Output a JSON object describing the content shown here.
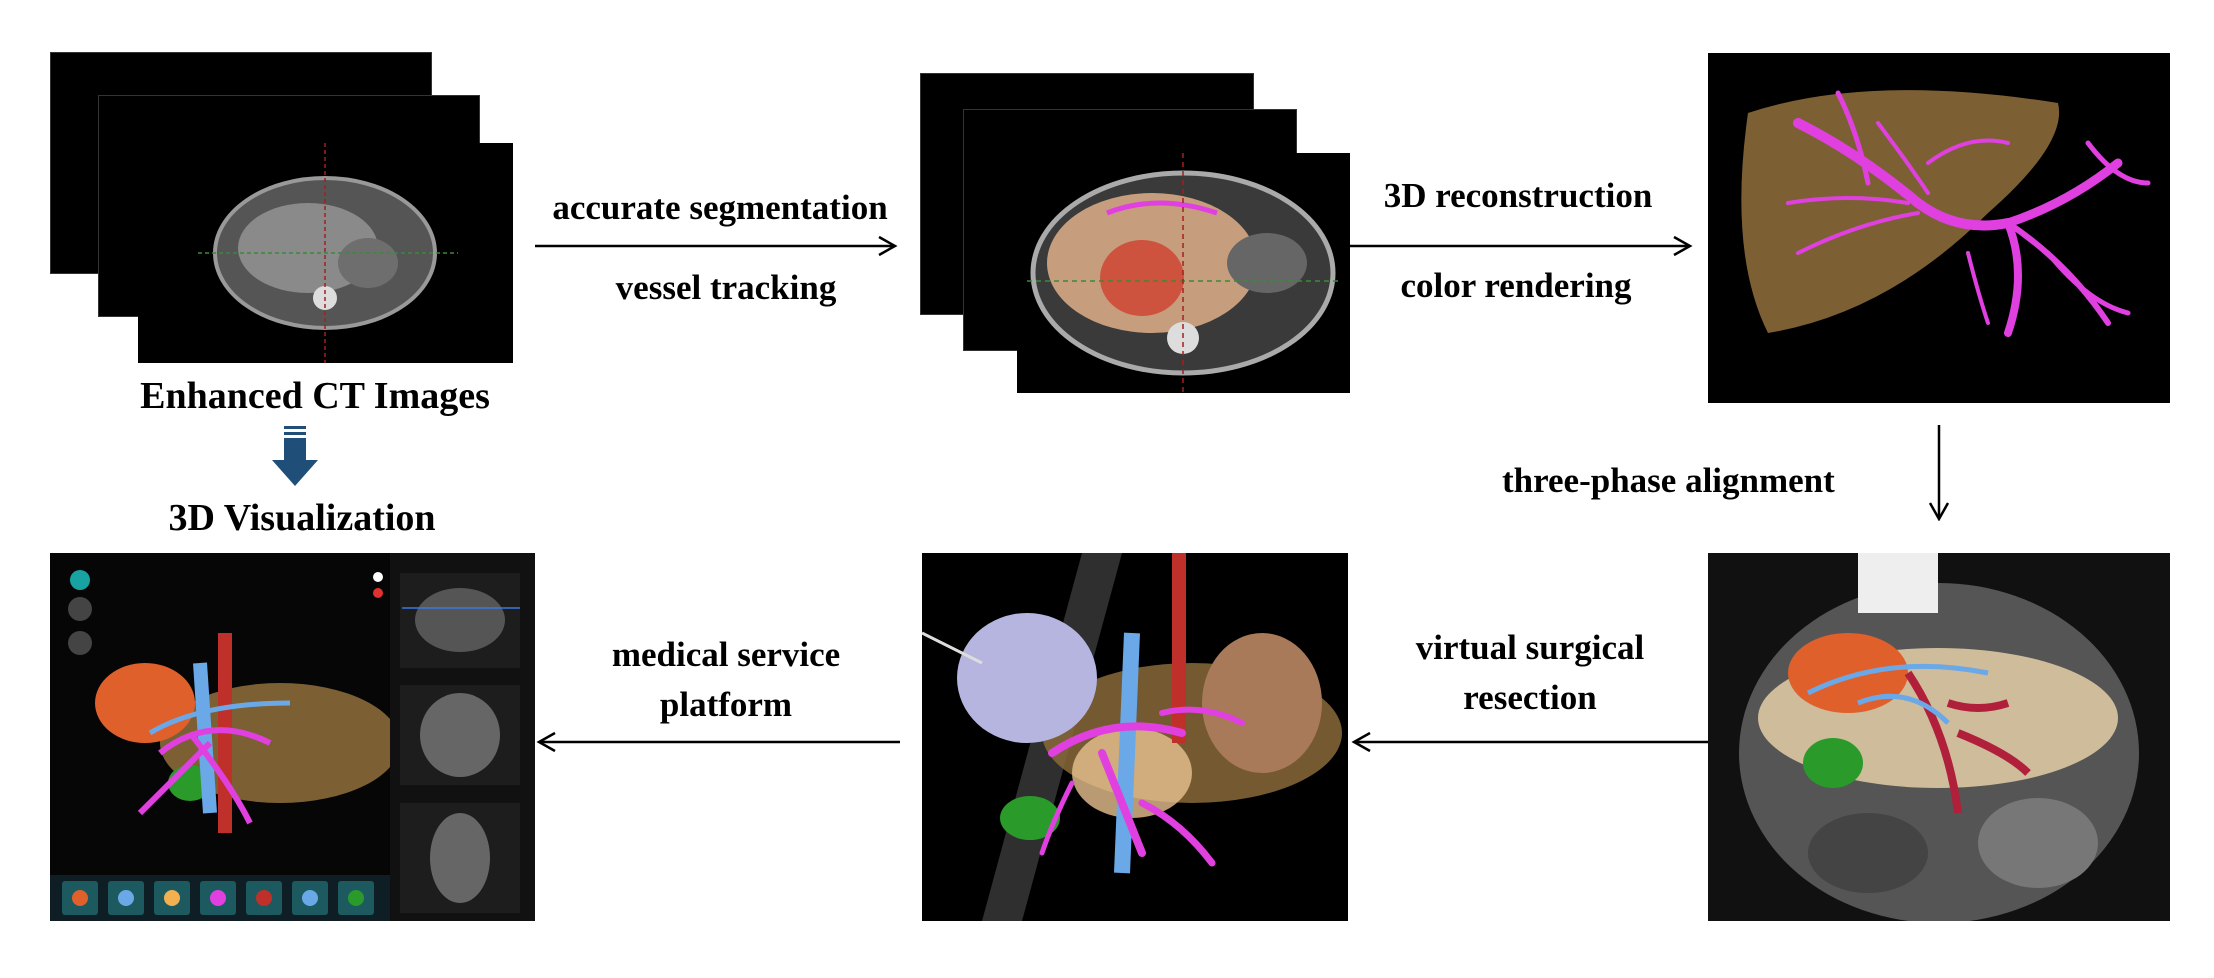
{
  "steps": {
    "ct_images": "Enhanced CT Images",
    "visualization": "3D Visualization",
    "segmentation": "accurate segmentation",
    "vessel": "vessel tracking",
    "reconstruction": "3D reconstruction",
    "color": "color rendering",
    "alignment": "three-phase alignment",
    "virtual_line1": "virtual surgical",
    "virtual_line2": "resection",
    "platform_line1": "medical service",
    "platform_line2": "platform"
  },
  "colors": {
    "liver": "#8a6a3a",
    "vessel_pink": "#e040e0",
    "vessel_blue": "#6aa8e8",
    "tumor": "#e0602c",
    "arrow_dark": "#1f4e79"
  }
}
